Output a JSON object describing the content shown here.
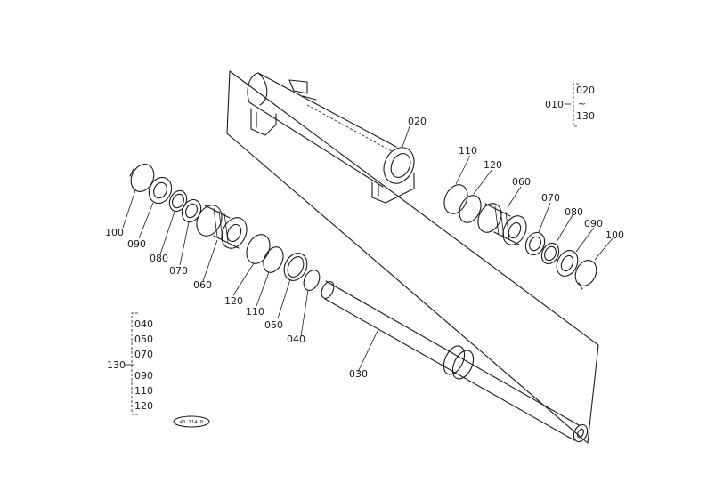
{
  "diagram": {
    "parts": {
      "p010": "010",
      "p020": "020",
      "p030": "030",
      "p040": "040",
      "p050": "050",
      "p060a": "060",
      "p060b": "060",
      "p070a": "070",
      "p070b": "070",
      "p080a": "080",
      "p080b": "080",
      "p090a": "090",
      "p090b": "090",
      "p100a": "100",
      "p100b": "100",
      "p110a": "110",
      "p110b": "110",
      "p120a": "120",
      "p120b": "120"
    },
    "assembly_010": {
      "label": "010",
      "range_start": "020",
      "range_end": "130"
    },
    "kit_130": {
      "label": "130",
      "items": [
        "040",
        "050",
        "070",
        "090",
        "110",
        "120"
      ]
    },
    "stamp": "40 314-0"
  }
}
